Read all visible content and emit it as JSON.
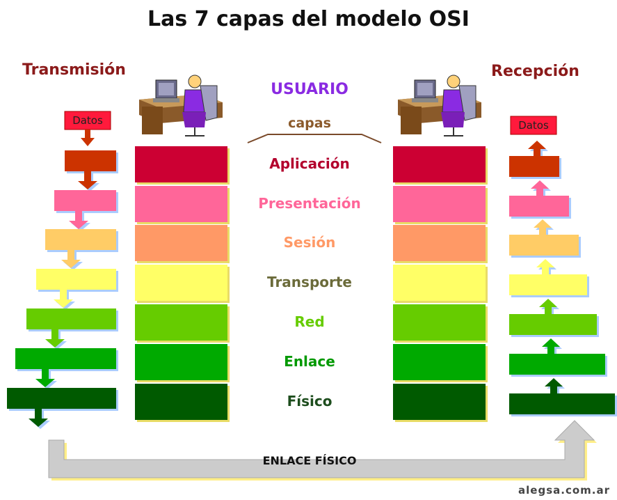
{
  "title": "Las 7 capas del modelo OSI",
  "left_title": "Transmisión",
  "right_title": "Recepción",
  "user_label": "USUARIO",
  "layers_header": "capas",
  "data_label": "Datos",
  "physical_link_label": "ENLACE FÍSICO",
  "credit": "alegsa.com.ar",
  "layers": [
    {
      "name": "Aplicación",
      "color": "#cc0033",
      "text_color": "#b3002d"
    },
    {
      "name": "Presentación",
      "color": "#ff6699",
      "text_color": "#ff6699"
    },
    {
      "name": "Sesión",
      "color": "#ff9966",
      "text_color": "#ff9966"
    },
    {
      "name": "Transporte",
      "color": "#ffff66",
      "text_color": "#6b6b3a"
    },
    {
      "name": "Red",
      "color": "#66cc00",
      "text_color": "#66cc00"
    },
    {
      "name": "Enlace",
      "color": "#00aa00",
      "text_color": "#009900"
    },
    {
      "name": "Físico",
      "color": "#005a00",
      "text_color": "#1d4d1d"
    }
  ],
  "arrow_colors": [
    "#cc3300",
    "#ff6699",
    "#ffcc66",
    "#ffff66",
    "#66cc00",
    "#00aa00",
    "#005a00"
  ],
  "datos_color": "#ff1a3c",
  "bottom_arrow_color": "#cccccc"
}
